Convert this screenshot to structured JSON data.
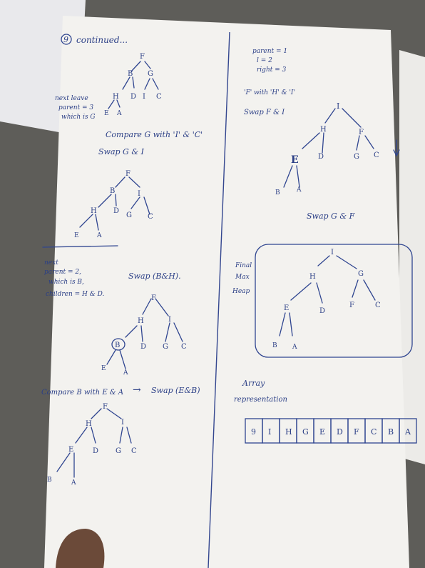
{
  "header": "continued...",
  "problem_number": "9",
  "left_column": {
    "note_next_parent": [
      "next leave",
      "parent = 3",
      "which is G"
    ],
    "compare_1": "Compare G with 'I' & 'C'",
    "swap_1": "Swap G & I",
    "note_parent_2": [
      "next",
      "parent = 2,",
      "which is B,",
      "children = H & D."
    ],
    "swap_bh": "Swap (B&H).",
    "compare_2": "Compare B with E & A",
    "arrow": "→",
    "swap_eb": "Swap (E&B)"
  },
  "right_column": {
    "parent_info": [
      "parent = 1",
      "l = 2",
      "right = 3"
    ],
    "f_with": "'F' with 'H' & 'I'",
    "swap_fi": "Swap F & I",
    "swap_gf": "Swap G & F",
    "final_label": [
      "Final",
      "Max",
      "Heap"
    ],
    "array_label": [
      "Array",
      "representation"
    ],
    "array_values": [
      "9",
      "I",
      "H",
      "G",
      "E",
      "D",
      "F",
      "C",
      "B",
      "A"
    ]
  },
  "trees": {
    "t1": [
      "F",
      "B",
      "G",
      "H",
      "D",
      "I",
      "C",
      "E",
      "A"
    ],
    "t2": [
      "F",
      "B",
      "I",
      "H",
      "D",
      "G",
      "C",
      "E",
      "A"
    ],
    "t3": [
      "F",
      "H",
      "I",
      "B",
      "D",
      "G",
      "C",
      "E",
      "A"
    ],
    "t4": [
      "F",
      "H",
      "I",
      "E",
      "D",
      "G",
      "C",
      "B",
      "A"
    ],
    "t5": [
      "I",
      "H",
      "F",
      "E",
      "D",
      "G",
      "C",
      "B",
      "A"
    ],
    "t6": [
      "I",
      "H",
      "G",
      "E",
      "D",
      "F",
      "C",
      "B",
      "A"
    ]
  },
  "colors": {
    "ink": "#2b3f86",
    "paper": "#f2f1ee",
    "background": "#6b6a66"
  }
}
